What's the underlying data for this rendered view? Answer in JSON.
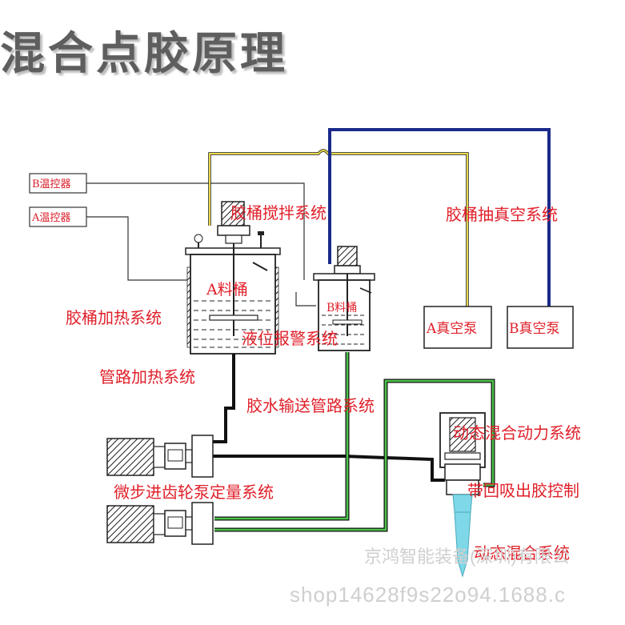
{
  "title": "混合点胶原理",
  "labels": {
    "b_temp": "B温控器",
    "a_temp": "A温控器",
    "stir": "胶桶搅拌系统",
    "vacuum_sys": "胶桶抽真空系统",
    "a_tank": "A料桶",
    "b_tank": "B料桶",
    "heat": "胶桶加热系统",
    "level": "液位报警系统",
    "a_pump": "A真空泵",
    "b_pump": "B真空泵",
    "pipe_heat": "管路加热系统",
    "pipe_feed": "胶水输送管路系统",
    "dyn_power": "动态混合动力系统",
    "gear_pump": "微步进齿轮泵定量系统",
    "suck_ctrl": "带回吸出胶控制",
    "dyn_mix": "动态混合系统"
  },
  "watermark": {
    "company": "京鸿智能装备(深圳)有限公",
    "shop": "shop14628f9s22o94.1688.c"
  },
  "colors": {
    "yellow_pipe": "#e8d84a",
    "blue_pipe": "#1a2a8a",
    "green_pipe": "#4cc34a",
    "red_text": "#e0202a",
    "nozzle": "#7ed8e8"
  }
}
